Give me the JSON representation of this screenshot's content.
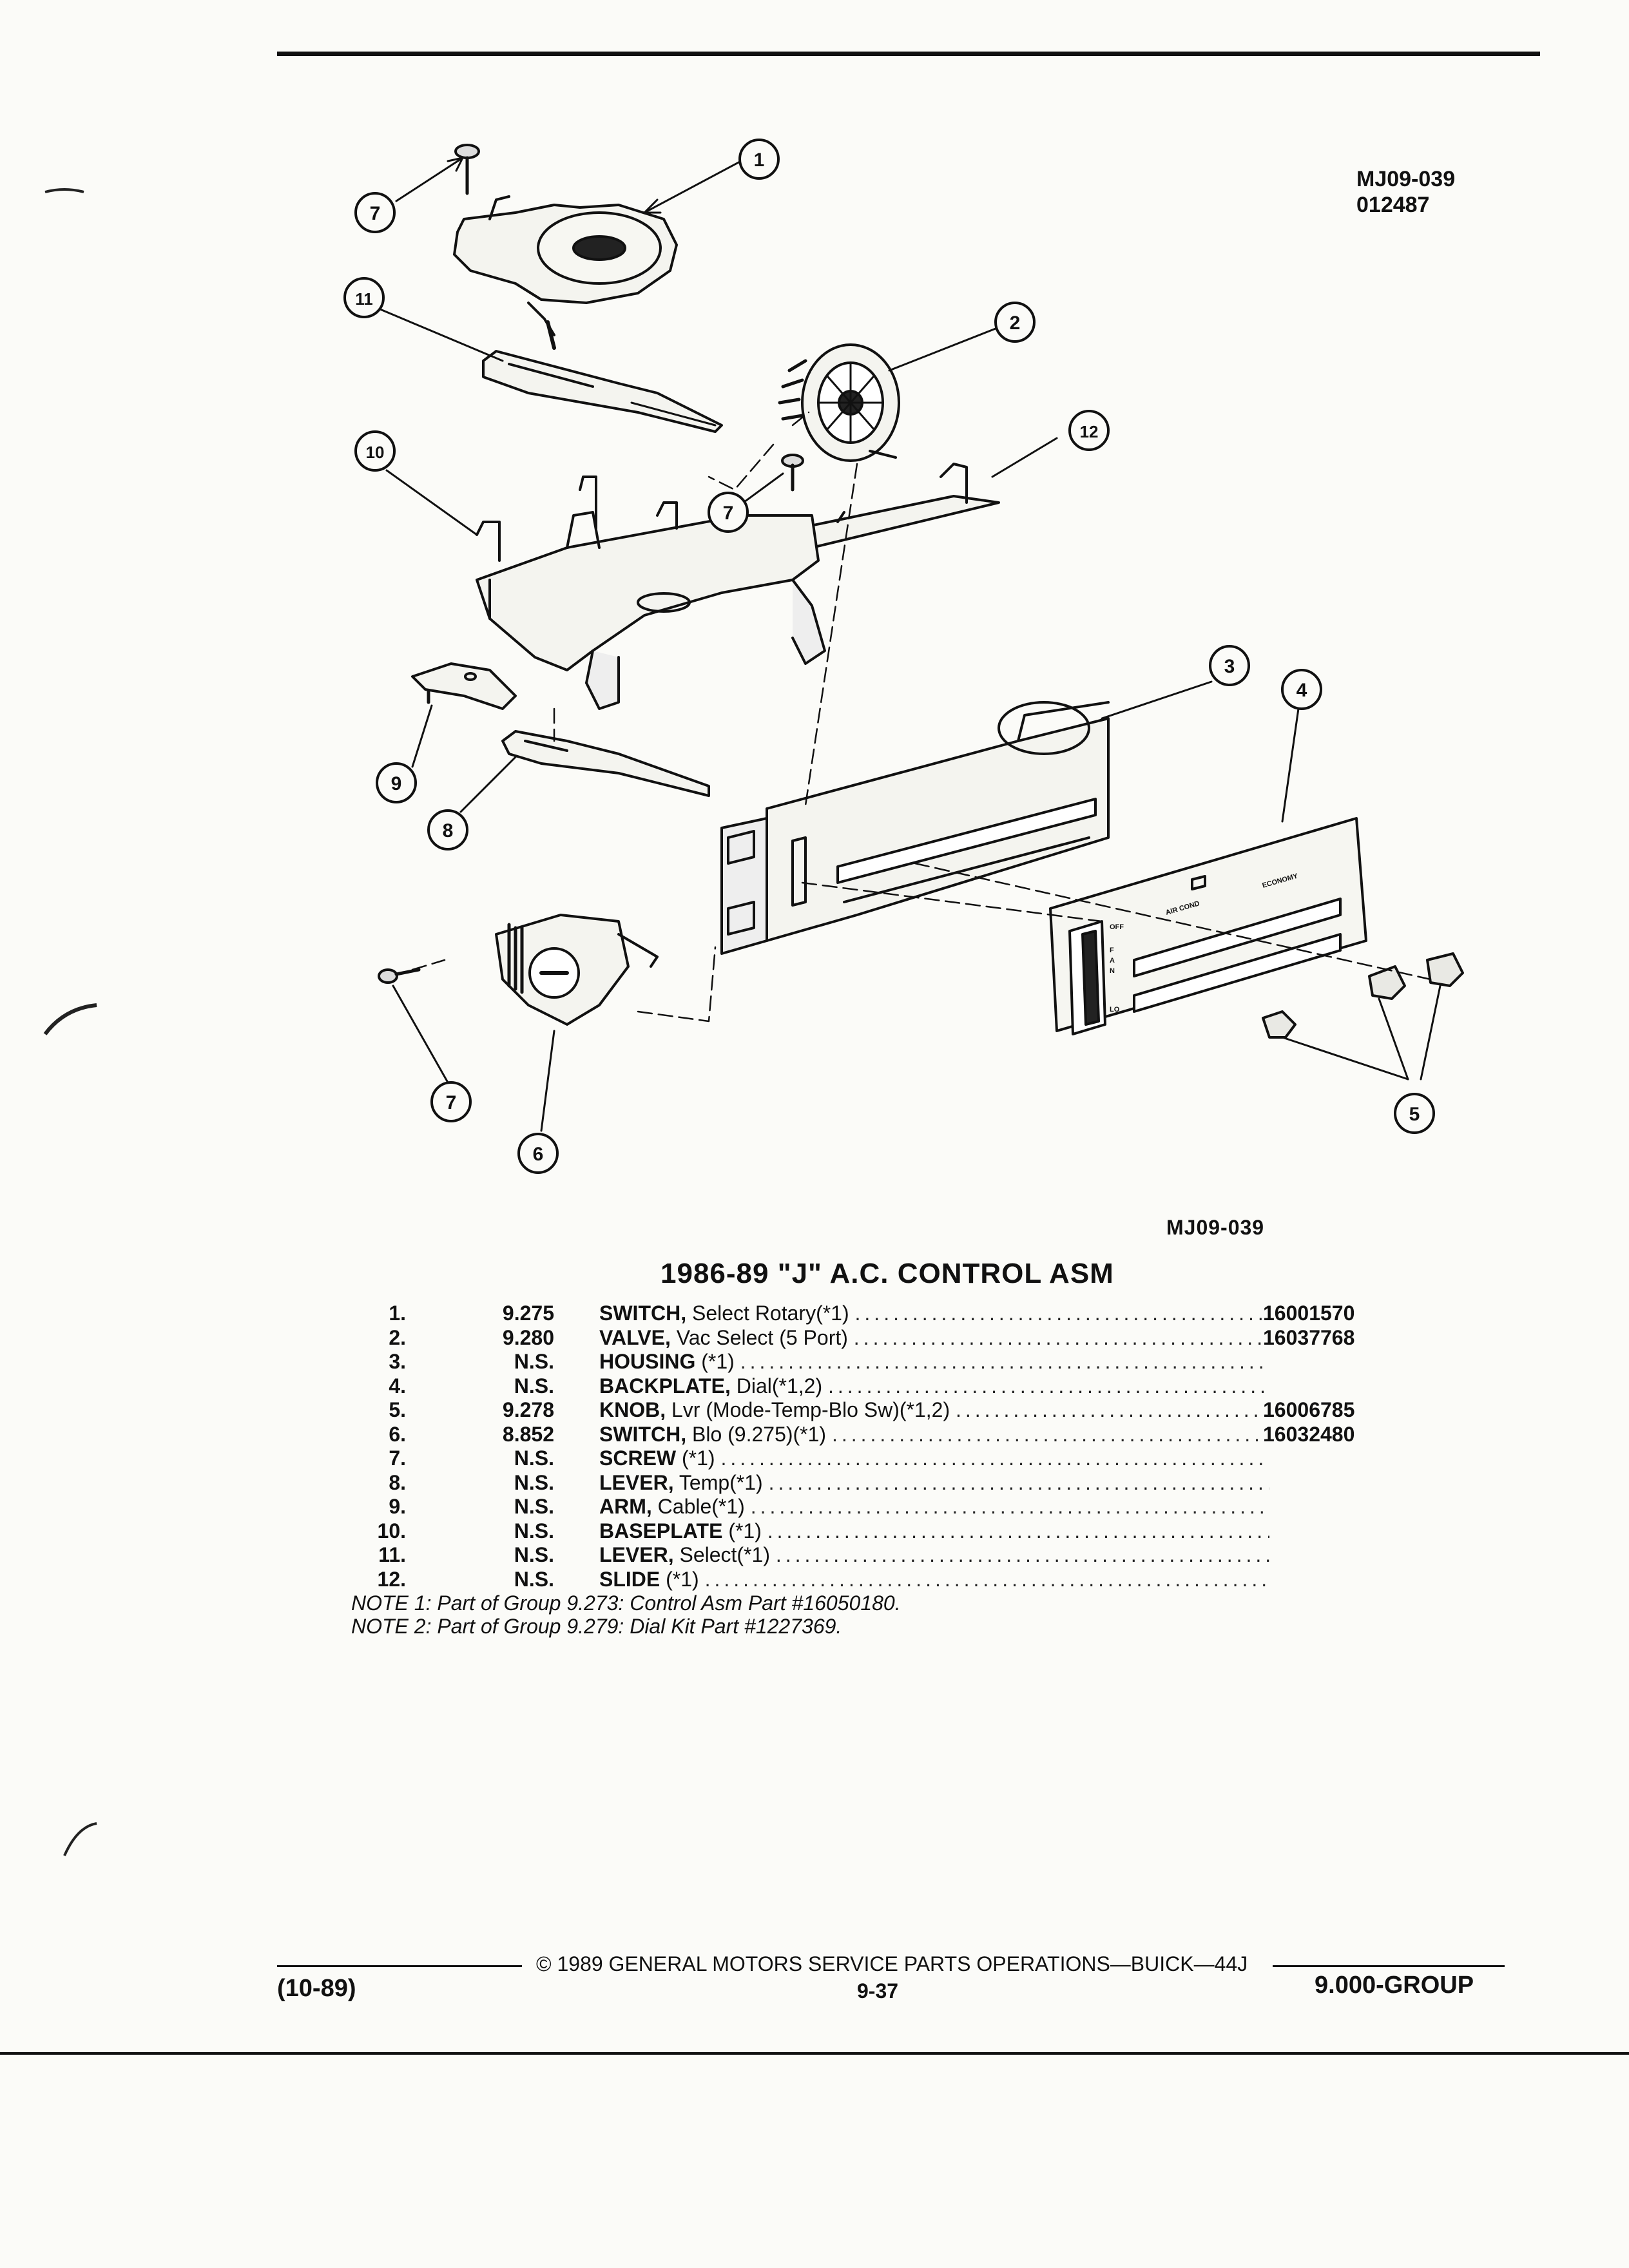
{
  "header": {
    "code_line1": "MJ09-039",
    "code_line2": "012487"
  },
  "figure": {
    "callouts": [
      "1",
      "2",
      "3",
      "4",
      "5",
      "6",
      "7",
      "8",
      "9",
      "10",
      "11",
      "12"
    ],
    "panel_labels": [
      "OFF",
      "AIR COND",
      "ECONOMY",
      "LO",
      "F",
      "A",
      "N"
    ],
    "caption": "MJ09-039"
  },
  "parts_list": {
    "title": "1986-89 \"J\" A.C. CONTROL ASM",
    "rows": [
      {
        "num": "1.",
        "group": "9.275",
        "name": "SWITCH,",
        "desc": " Select Rotary(*1)",
        "part": "16001570"
      },
      {
        "num": "2.",
        "group": "9.280",
        "name": "VALVE,",
        "desc": " Vac Select (5 Port)",
        "part": "16037768"
      },
      {
        "num": "3.",
        "group": "N.S.",
        "name": "HOUSING",
        "desc": " (*1)",
        "part": ""
      },
      {
        "num": "4.",
        "group": "N.S.",
        "name": "BACKPLATE,",
        "desc": " Dial(*1,2)",
        "part": ""
      },
      {
        "num": "5.",
        "group": "9.278",
        "name": "KNOB,",
        "desc": " Lvr (Mode-Temp-Blo Sw)(*1,2)",
        "part": "16006785"
      },
      {
        "num": "6.",
        "group": "8.852",
        "name": "SWITCH,",
        "desc": " Blo (9.275)(*1)",
        "part": "16032480"
      },
      {
        "num": "7.",
        "group": "N.S.",
        "name": "SCREW",
        "desc": " (*1)",
        "part": ""
      },
      {
        "num": "8.",
        "group": "N.S.",
        "name": "LEVER,",
        "desc": " Temp(*1)",
        "part": ""
      },
      {
        "num": "9.",
        "group": "N.S.",
        "name": "ARM,",
        "desc": " Cable(*1)",
        "part": ""
      },
      {
        "num": "10.",
        "group": "N.S.",
        "name": "BASEPLATE",
        "desc": " (*1)",
        "part": ""
      },
      {
        "num": "11.",
        "group": "N.S.",
        "name": "LEVER,",
        "desc": " Select(*1)",
        "part": ""
      },
      {
        "num": "12.",
        "group": "N.S.",
        "name": "SLIDE",
        "desc": " (*1)",
        "part": ""
      }
    ],
    "notes": [
      "NOTE 1: Part of Group 9.273: Control Asm Part #16050180.",
      "NOTE 2: Part of Group 9.279: Dial Kit Part #1227369."
    ]
  },
  "footer": {
    "copyright": "© 1989 GENERAL MOTORS SERVICE PARTS OPERATIONS—BUICK—44J",
    "date": "(10-89)",
    "page": "9-37",
    "group": "9.000-GROUP"
  }
}
